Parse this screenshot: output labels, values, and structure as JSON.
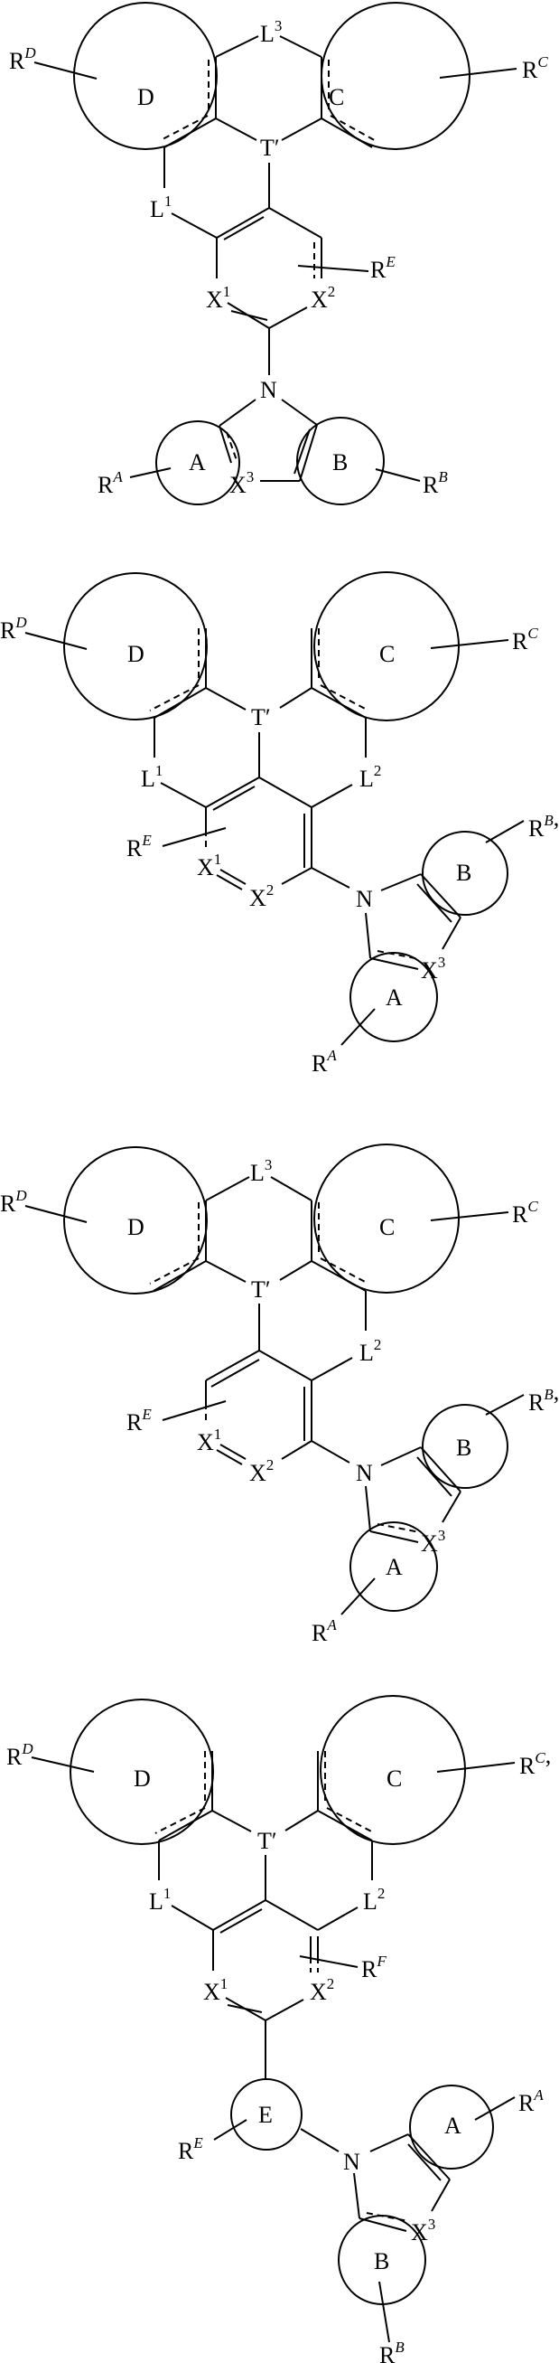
{
  "figure": {
    "structures": [
      {
        "id": 1,
        "rings": [
          "A",
          "B",
          "C",
          "D"
        ],
        "substituents": [
          "RA",
          "RB",
          "RC",
          "RD",
          "RE"
        ],
        "linkers": [
          "L1",
          "L3"
        ],
        "center": "T′",
        "heteroatoms": [
          "X1",
          "X2",
          "X3",
          "N"
        ]
      },
      {
        "id": 2,
        "rings": [
          "A",
          "B",
          "C",
          "D"
        ],
        "substituents": [
          "RA",
          "RB",
          "RC",
          "RD",
          "RE"
        ],
        "linkers": [
          "L1",
          "L2"
        ],
        "center": "T′",
        "heteroatoms": [
          "X1",
          "X2",
          "X3",
          "N"
        ],
        "trailing": ","
      },
      {
        "id": 3,
        "rings": [
          "A",
          "B",
          "C",
          "D"
        ],
        "substituents": [
          "RA",
          "RB",
          "RC",
          "RD",
          "RE"
        ],
        "linkers": [
          "L2",
          "L3"
        ],
        "center": "T′",
        "heteroatoms": [
          "X1",
          "X2",
          "X3",
          "N"
        ],
        "trailing": ","
      },
      {
        "id": 4,
        "rings": [
          "A",
          "B",
          "C",
          "D",
          "E"
        ],
        "substituents": [
          "RA",
          "RB",
          "RC",
          "RD",
          "RE",
          "RF"
        ],
        "linkers": [
          "L1",
          "L2"
        ],
        "center": "T′",
        "heteroatoms": [
          "X1",
          "X2",
          "X3",
          "N"
        ],
        "trailing": ","
      }
    ]
  },
  "labels": {
    "R": "R",
    "A": "A",
    "B": "B",
    "C": "C",
    "D": "D",
    "E": "E",
    "T": "T′",
    "N": "N",
    "L": "L",
    "X": "X",
    "s1": "1",
    "s2": "2",
    "s3": "3",
    "sA": "A",
    "sB": "B",
    "sC": "C",
    "sD": "D",
    "sE": "E",
    "sF": "F",
    "comma": ","
  }
}
